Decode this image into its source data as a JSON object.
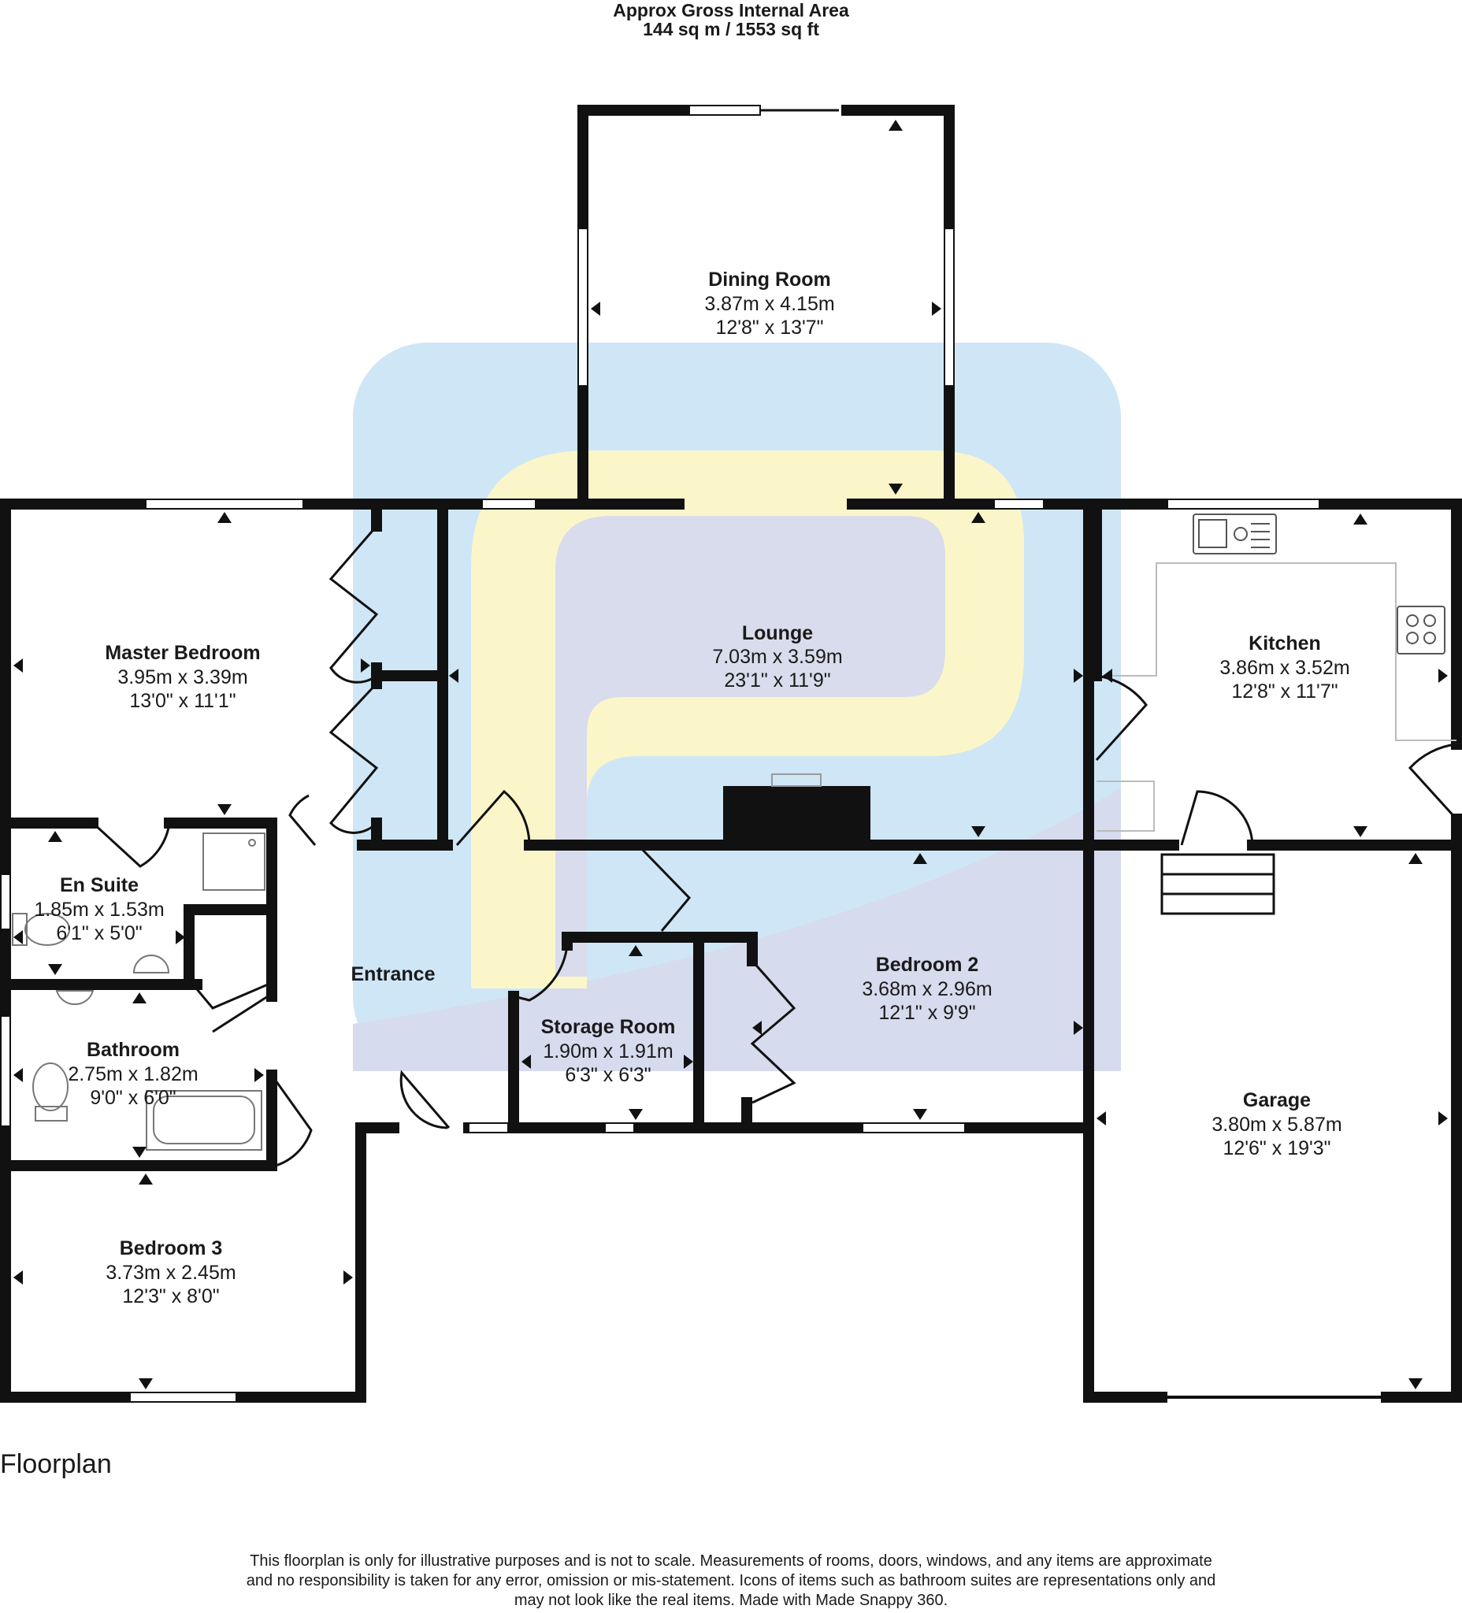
{
  "header": {
    "line1": "Approx Gross Internal Area",
    "line2": "144 sq m / 1553 sq ft"
  },
  "rooms": [
    {
      "id": "dining-room",
      "name": "Dining Room",
      "metric": "3.87m x 4.15m",
      "imperial": "12'8\" x 13'7\""
    },
    {
      "id": "lounge",
      "name": "Lounge",
      "metric": "7.03m x 3.59m",
      "imperial": "23'1\" x 11'9\""
    },
    {
      "id": "master-bedroom",
      "name": "Master Bedroom",
      "metric": "3.95m x 3.39m",
      "imperial": "13'0\" x 11'1\""
    },
    {
      "id": "kitchen",
      "name": "Kitchen",
      "metric": "3.86m x 3.52m",
      "imperial": "12'8\" x 11'7\""
    },
    {
      "id": "en-suite",
      "name": "En Suite",
      "metric": "1.85m x 1.53m",
      "imperial": "6'1\" x 5'0\""
    },
    {
      "id": "entrance",
      "name": "Entrance",
      "metric": "",
      "imperial": ""
    },
    {
      "id": "bedroom-2",
      "name": "Bedroom 2",
      "metric": "3.68m x 2.96m",
      "imperial": "12'1\" x 9'9\""
    },
    {
      "id": "storage-room",
      "name": "Storage Room",
      "metric": "1.90m x 1.91m",
      "imperial": "6'3\" x 6'3\""
    },
    {
      "id": "bathroom",
      "name": "Bathroom",
      "metric": "2.75m x 1.82m",
      "imperial": "9'0\" x 6'0\""
    },
    {
      "id": "garage",
      "name": "Garage",
      "metric": "3.80m x 5.87m",
      "imperial": "12'6\" x 19'3\""
    },
    {
      "id": "bedroom-3",
      "name": "Bedroom 3",
      "metric": "3.73m x 2.45m",
      "imperial": "12'3\" x 8'0\""
    }
  ],
  "plan_title": "Floorplan",
  "disclaimer": {
    "line1": "This floorplan is only for illustrative purposes and is not to scale. Measurements of rooms, doors, windows, and any items are approximate",
    "line2": "and no responsibility is taken for any error, omission or mis-statement. Icons of items such as bathroom suites are representations only and",
    "line3": "may not look like the real items. Made with Made Snappy 360."
  },
  "colors": {
    "wall": "#111111",
    "watermark_blue": "#cfe6f6",
    "watermark_yellow": "#fbf6c9",
    "watermark_violet": "#d3d8ec"
  },
  "icons": [
    "watermark-logo",
    "dimension-arrow-icon",
    "sink-icon",
    "hob-icon",
    "toilet-icon",
    "bath-icon",
    "shower-tray-icon",
    "fireplace-icon",
    "stairs-icon"
  ]
}
